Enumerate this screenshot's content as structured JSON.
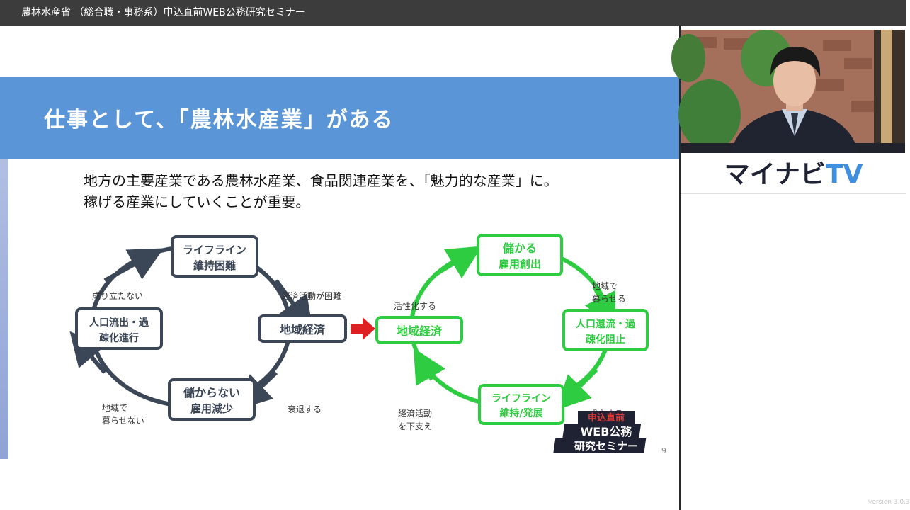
{
  "window": {
    "title": "農林水産省 （総合職・事務系）申込直前WEB公務研究セミナー"
  },
  "slide": {
    "title": "仕事として、「農林水産業」がある",
    "body": [
      "地方の主要産業である農林水産業、食品関連産業を、「魅力的な産業」に。",
      "稼げる産業にしていくことが重要。"
    ],
    "page_number": "9",
    "bad_cycle": {
      "nodes": {
        "top": [
          "ライフライン",
          "維持困難"
        ],
        "right": [
          "地域経済"
        ],
        "bottom": [
          "儲からない",
          "雇用減少"
        ],
        "left": [
          "人口流出・過",
          "疎化進行"
        ]
      },
      "labels": {
        "top_right": [
          "経済活動が困難"
        ],
        "bottom_right": [
          "衰退する"
        ],
        "bottom_left": [
          "地域で",
          "暮らせない"
        ],
        "top_left": [
          "成り立たない"
        ]
      },
      "color": "#3b4656"
    },
    "good_cycle": {
      "nodes": {
        "top": [
          "儲かる",
          "雇用創出"
        ],
        "right": [
          "人口還流・過",
          "疎化阻止"
        ],
        "bottom": [
          "ライフライン",
          "維持/発展"
        ],
        "left": [
          "地域経済"
        ]
      },
      "labels": {
        "top_right": [
          "地域で",
          "暮らせる"
        ],
        "bottom_right": [
          "成立する"
        ],
        "bottom_left": [
          "経済活動",
          "を下支え"
        ],
        "top_left": [
          "活性化する"
        ]
      },
      "color": "#2ecc40"
    },
    "arrow_color": "#e02020",
    "stamp": {
      "line1": "申込直前",
      "line2": "WEB公務",
      "line3": "研究セミナー"
    }
  },
  "sidebar": {
    "logo_main": "マイナビ",
    "logo_tv": "TV",
    "version": "version 3.0.3"
  },
  "colors": {
    "header_blue": "#5a95d8",
    "topbar": "#3c3c3c",
    "logo_blue": "#3f8fe0"
  }
}
